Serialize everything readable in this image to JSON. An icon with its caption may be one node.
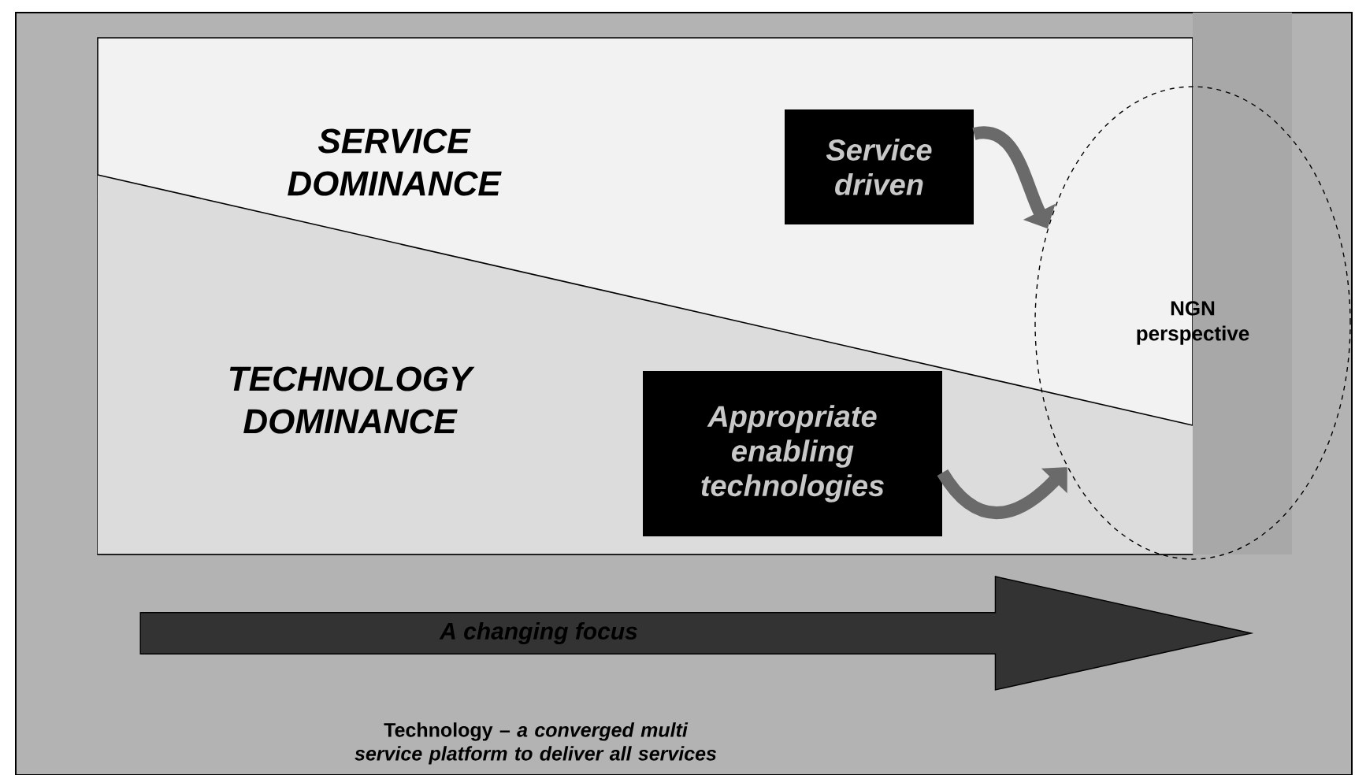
{
  "diagram": {
    "nodes": [
      {
        "text": [
          "Service driven"
        ]
      },
      {
        "text": [
          "Appropriate enabling technologies"
        ]
      },
      {
        "text": [
          "NGN perspective"
        ]
      },
      {
        "text": [
          "A changing focus"
        ]
      }
    ],
    "edges": [
      {
        "from": 0,
        "to": 2,
        "arrow": "to"
      },
      {
        "from": 1,
        "to": 2,
        "arrow": "to"
      }
    ],
    "labels": [
      "SERVICE DOMINANCE",
      "TECHNOLOGY DOMINANCE",
      "Technology – *a converged multi service platform to deliver all services*"
    ]
  }
}
